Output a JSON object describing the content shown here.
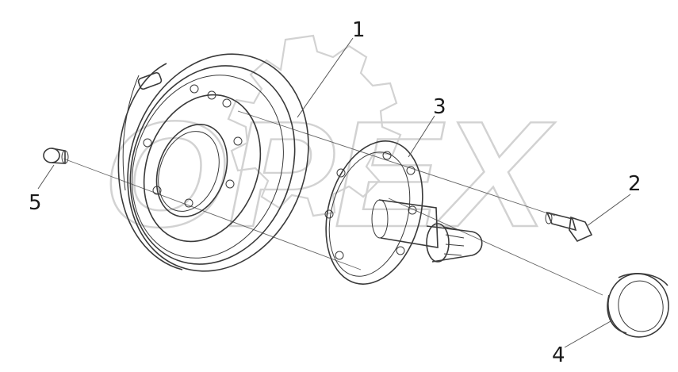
{
  "callouts": [
    {
      "id": "1",
      "label": "1"
    },
    {
      "id": "2",
      "label": "2"
    },
    {
      "id": "3",
      "label": "3"
    },
    {
      "id": "4",
      "label": "4"
    },
    {
      "id": "5",
      "label": "5"
    }
  ],
  "watermark": {
    "text": "OPEX",
    "color": "#d2d2d2"
  },
  "colors": {
    "line": "#3a3a3a",
    "background": "#ffffff"
  }
}
